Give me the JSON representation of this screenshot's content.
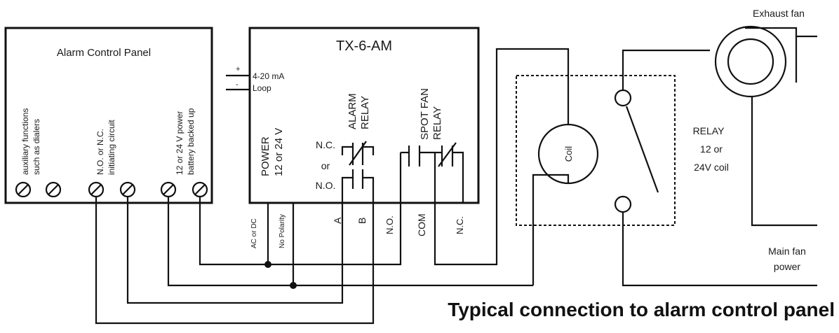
{
  "alarm_panel": {
    "title": "Alarm Control Panel",
    "terminal_labels": [
      [
        "auxiliary functions",
        "such as dialers"
      ],
      [
        "N.O. or N.C.",
        "initiating circuit"
      ],
      [
        "12 or 24 V power",
        "battery backed up"
      ]
    ]
  },
  "controller": {
    "title": "TX-6-AM",
    "loop_label": [
      "4-20 mA",
      "Loop"
    ],
    "loop_polarity": [
      "+",
      "-"
    ],
    "power_label": [
      "POWER",
      "12 or 24 V"
    ],
    "alarm_relay_label": [
      "ALARM",
      "RELAY"
    ],
    "spot_fan_relay_label": [
      "SPOT FAN",
      "RELAY"
    ],
    "contact_legend": [
      "N.C.",
      "or",
      "N.O."
    ],
    "power_note": [
      "AC or DC",
      "No Polarity"
    ],
    "terminals": [
      "A",
      "B",
      "N.O.",
      "COM",
      "N.C."
    ]
  },
  "coil_label": "Coil",
  "relay_label": [
    "RELAY",
    "12 or",
    "24V coil"
  ],
  "exhaust_fan_label": "Exhaust fan",
  "main_fan_power_label": [
    "Main fan",
    "power"
  ],
  "caption": "Typical connection to alarm control panel"
}
